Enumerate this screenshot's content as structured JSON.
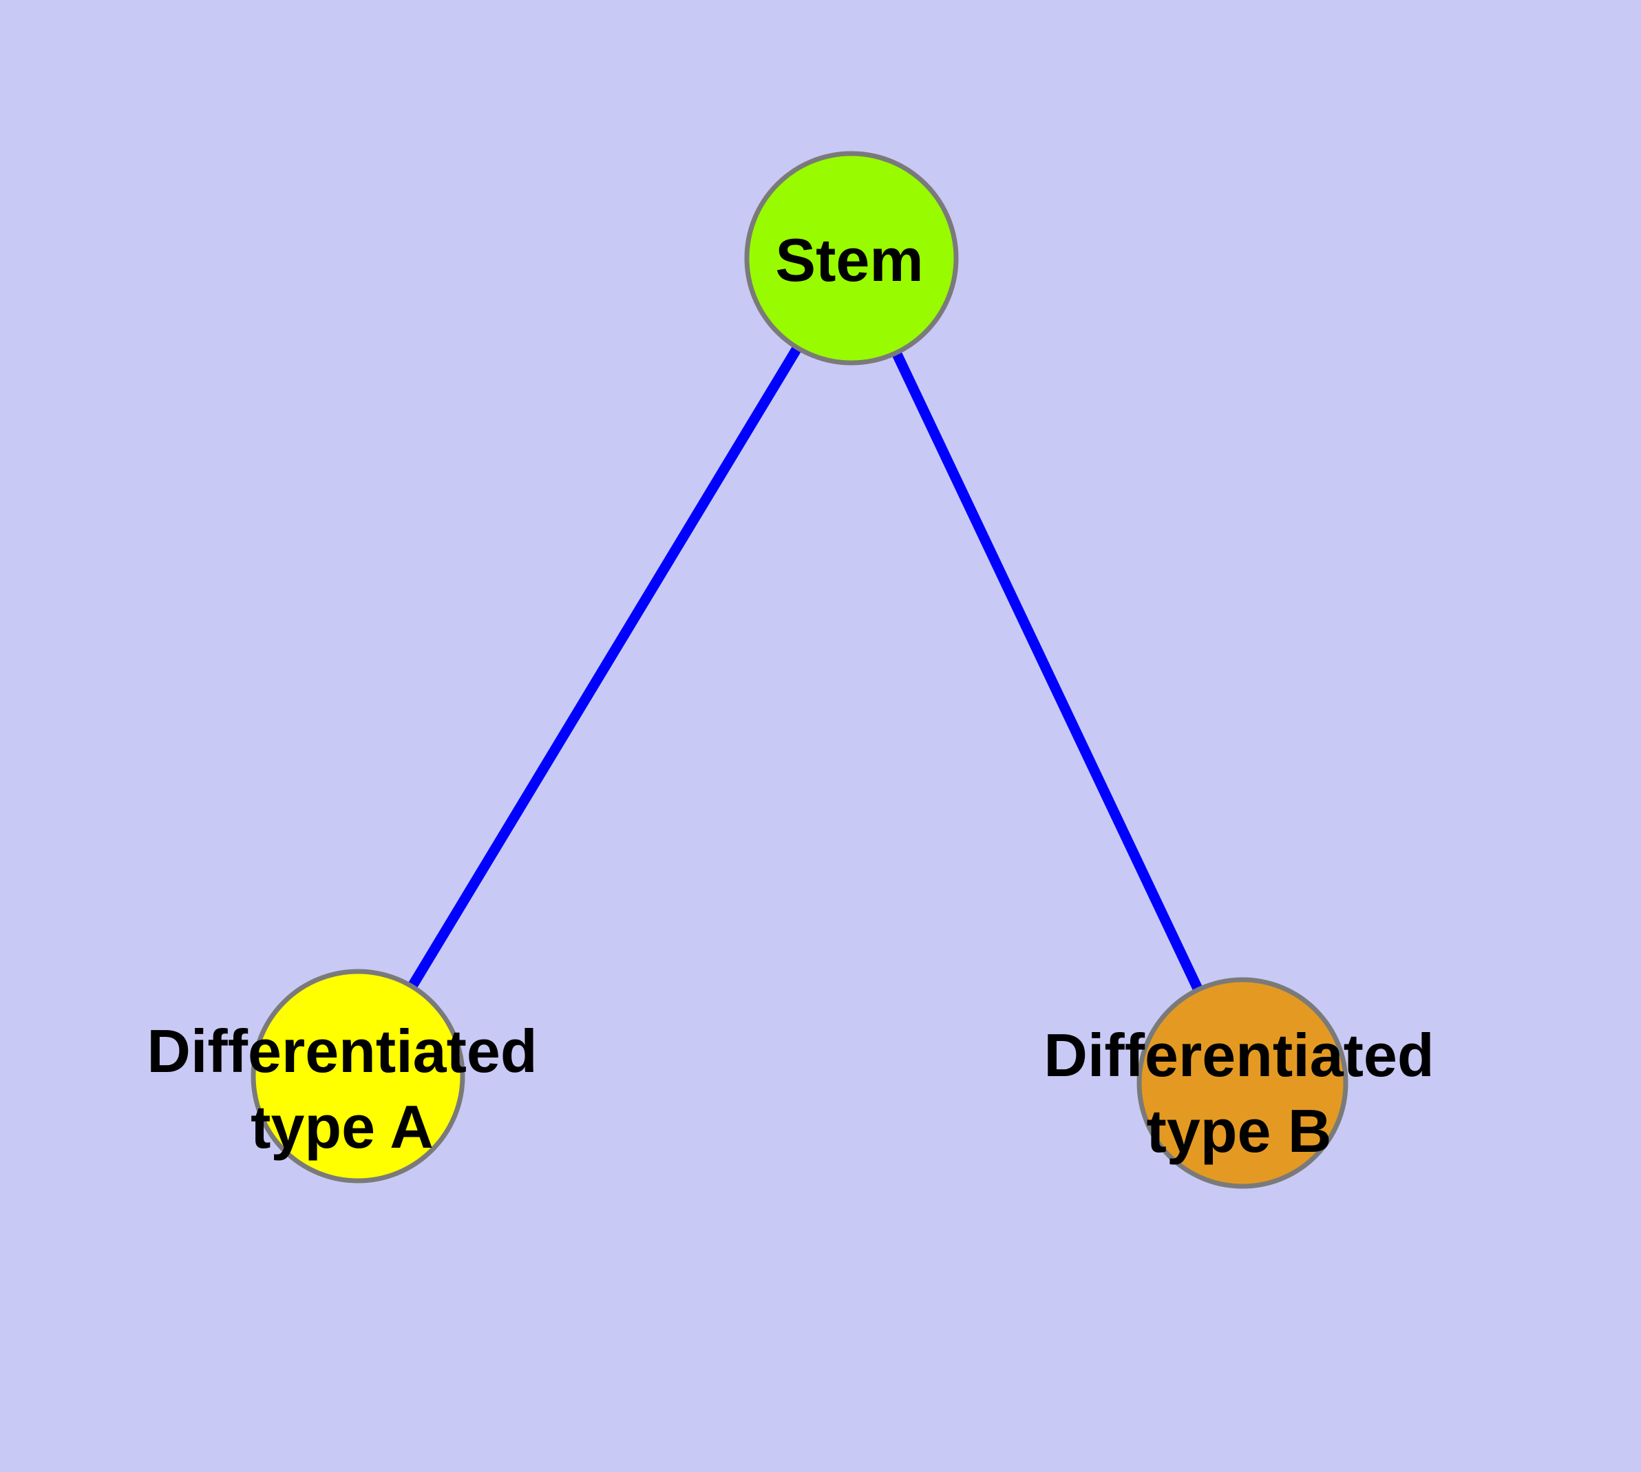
{
  "diagram": {
    "type": "graph",
    "description_visible_text_only": "Stem cell differentiation graph with one root node connected to two leaf nodes",
    "colors": {
      "background": "#C9C9F5",
      "edge": "#0000FF",
      "node_border": "#7A7A7A",
      "label_text": "#000000"
    },
    "nodes": {
      "stem": {
        "label": "Stem",
        "color": "#98FB00"
      },
      "type_a": {
        "label": "Differentiated\ntype A",
        "color": "#FFFF00"
      },
      "type_b": {
        "label": "Differentiated\ntype B",
        "color": "#E49A22"
      }
    },
    "edges": [
      {
        "from": "Stem",
        "to": "Differentiated type A"
      },
      {
        "from": "Stem",
        "to": "Differentiated type B"
      }
    ]
  }
}
